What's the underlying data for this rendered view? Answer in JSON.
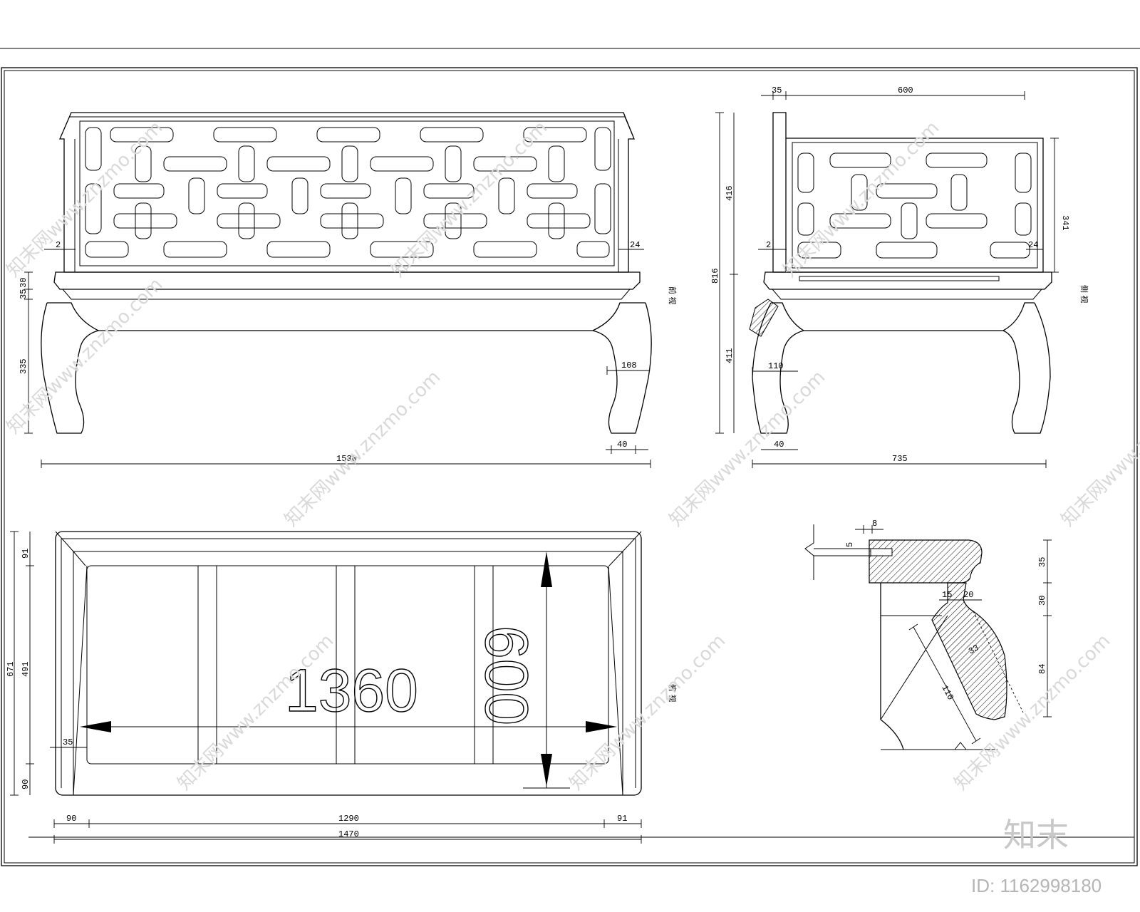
{
  "front_view": {
    "label": "前 视",
    "dims": {
      "total_width": "1530",
      "back_post_left": "2",
      "back_post_right": "24",
      "seat_h1": "30",
      "seat_h2": "35",
      "leg_height": "335",
      "leg_width": "108",
      "foot": "40"
    }
  },
  "side_view": {
    "label": "侧 视",
    "dims": {
      "top_left": "35",
      "top_width": "600",
      "total_height": "816",
      "upper_height": "416",
      "lower_height": "411",
      "back_panel_height": "341",
      "post_left": "2",
      "post_right": "24",
      "leg_width": "110",
      "foot": "40",
      "total_depth": "735"
    }
  },
  "top_view": {
    "label": "俯 视",
    "big_width": "1360",
    "big_depth": "600",
    "dims": {
      "depth_total": "671",
      "depth_top": "91",
      "depth_mid": "491",
      "depth_bottom": "90",
      "inner_offset": "35",
      "left_margin": "90",
      "inner_width": "1290",
      "right_margin": "91",
      "total_width": "1470"
    }
  },
  "detail": {
    "dims": {
      "top_gap": "8",
      "small_h": "5",
      "h1": "35",
      "h2": "30",
      "h3": "84",
      "w15": "15",
      "w20": "20",
      "diag": "110",
      "thick": "33"
    }
  },
  "watermark": {
    "site": "znzmo.com",
    "text": "知末网www.znzmo.com",
    "logo": "知末",
    "id": "ID: 1162998180"
  }
}
